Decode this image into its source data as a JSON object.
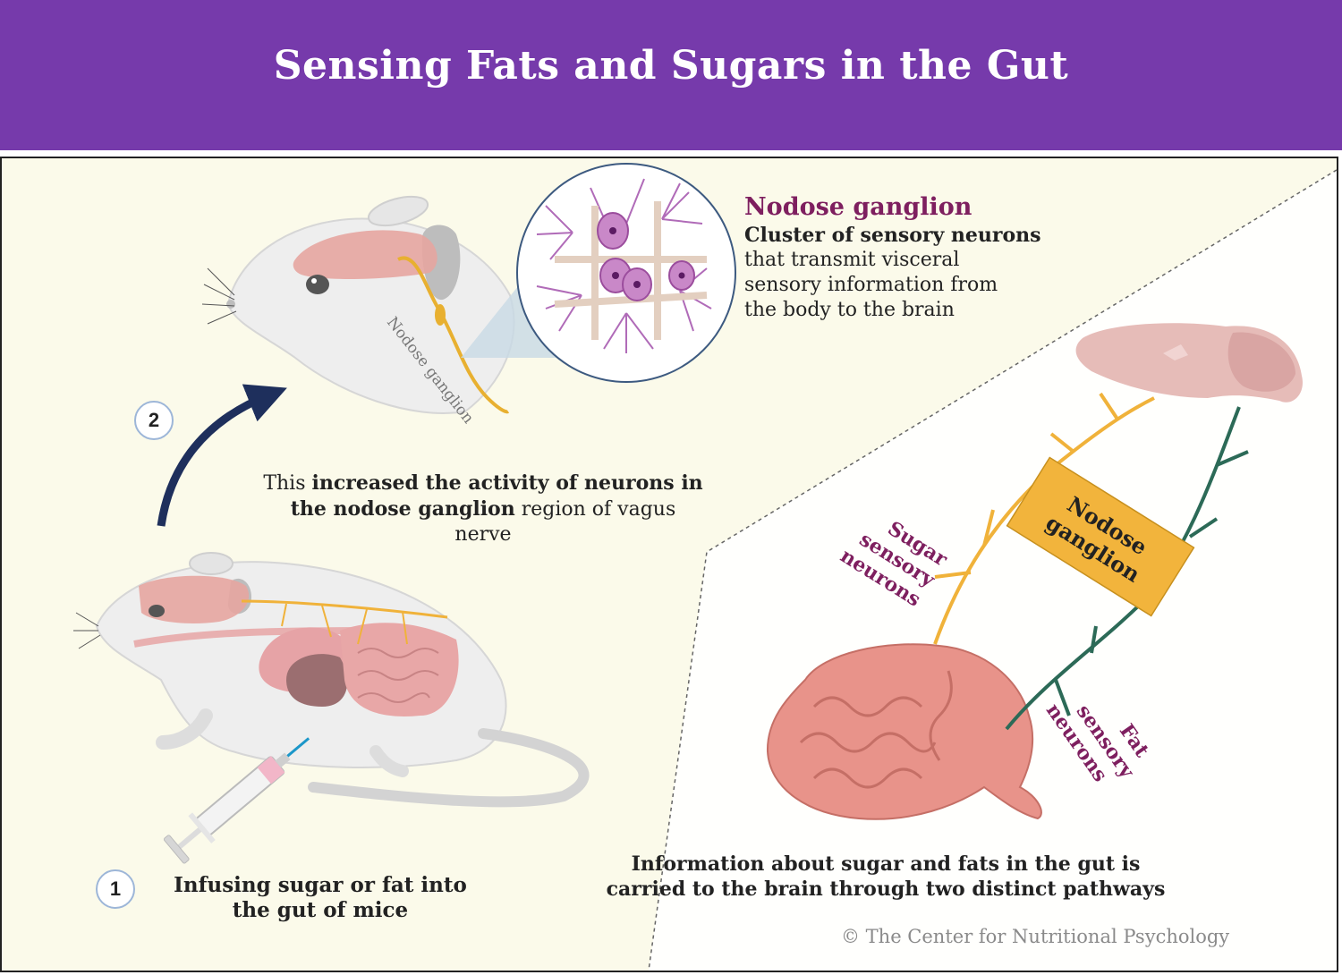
{
  "title": "Sensing Fats and Sugars in the Gut",
  "steps": [
    {
      "number": "1",
      "text": "Infusing sugar or fat into the gut of mice"
    },
    {
      "number": "2"
    }
  ],
  "result_text": {
    "part1": "This ",
    "bold1": "increased the activity of neurons in",
    "bold2": "the nodose ganglion",
    "part2": " region of vagus",
    "part3": "nerve"
  },
  "mouse_label": "Nodose ganglion",
  "callout": {
    "heading": "Nodose ganglion",
    "bold": "Cluster of sensory neurons",
    "lines": [
      "that transmit visceral",
      "sensory information from",
      "the body to the brain"
    ]
  },
  "pathway": {
    "box_line1": "Nodose",
    "box_line2": "ganglion",
    "sugar_lines": [
      "Sugar",
      "sensory",
      "neurons"
    ],
    "fat_lines": [
      "Fat",
      "sensory",
      "neurons"
    ],
    "caption_line1": "Information about sugar and fats in the gut is",
    "caption_line2": "carried to the brain through two distinct pathways"
  },
  "credit": "© The Center for Nutritional Psychology",
  "colors": {
    "header": "#763aab",
    "label_purple": "#7e1f5f",
    "box_orange": "#f2b43c",
    "sugar_nerve": "#f0b23a",
    "fat_nerve": "#2c6a57",
    "arrow": "#1e2f5c"
  }
}
